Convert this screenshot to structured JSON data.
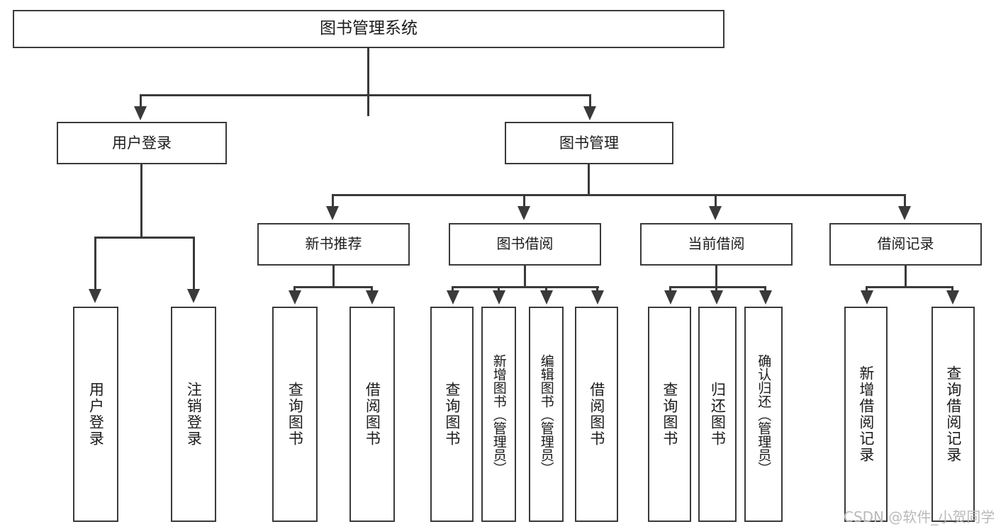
{
  "diagram": {
    "type": "tree",
    "title": "图书管理系统",
    "root": {
      "label": "图书管理系统"
    },
    "level2": [
      {
        "label": "用户登录"
      },
      {
        "label": "图书管理"
      }
    ],
    "level3": [
      {
        "label": "新书推荐"
      },
      {
        "label": "图书借阅"
      },
      {
        "label": "当前借阅"
      },
      {
        "label": "借阅记录"
      }
    ],
    "leaves": {
      "user_login": [
        {
          "label": "用户登录"
        },
        {
          "label": "注销登录"
        }
      ],
      "new_book_recommend": [
        {
          "label": "查询图书"
        },
        {
          "label": "借阅图书"
        }
      ],
      "book_borrow": [
        {
          "label": "查询图书"
        },
        {
          "label": "新增图书（管理员）"
        },
        {
          "label": "编辑图书（管理员）"
        },
        {
          "label": "借阅图书"
        }
      ],
      "current_borrow": [
        {
          "label": "查询图书"
        },
        {
          "label": "归还图书"
        },
        {
          "label": "确认归还（管理员）"
        }
      ],
      "borrow_record": [
        {
          "label": "新增借阅记录"
        },
        {
          "label": "查询借阅记录"
        }
      ]
    }
  },
  "watermark": {
    "text": "CSDN @软件_小贺同学"
  },
  "colors": {
    "stroke": "#3a3a3a",
    "text": "#1b1b1b",
    "background": "#ffffff",
    "watermark": "#b9b9b9"
  }
}
